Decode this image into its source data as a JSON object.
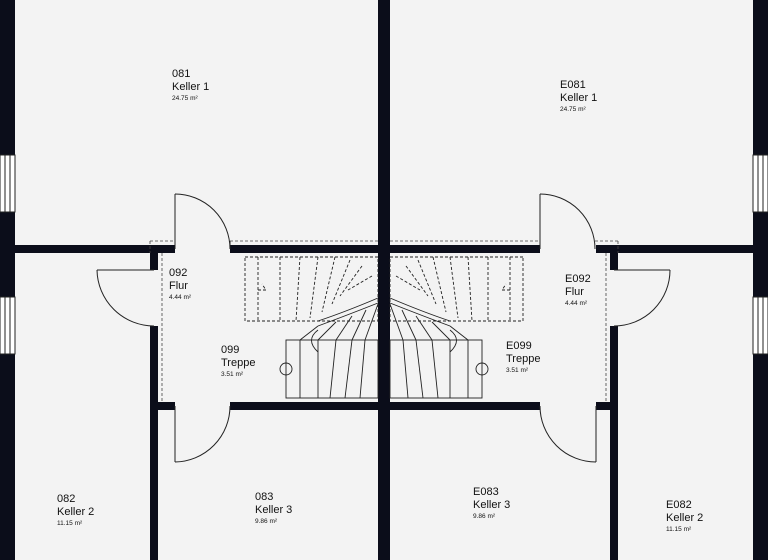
{
  "colors": {
    "wall": "#0b0d1a",
    "floor": "#f3f3f3",
    "line": "#222222"
  },
  "rooms": {
    "r081": {
      "number": "081",
      "name": "Keller 1",
      "area": "24.75 m²"
    },
    "e081": {
      "number": "E081",
      "name": "Keller 1",
      "area": "24.75 m²"
    },
    "r092": {
      "number": "092",
      "name": "Flur",
      "area": "4.44 m²"
    },
    "e092": {
      "number": "E092",
      "name": "Flur",
      "area": "4.44 m²"
    },
    "r099": {
      "number": "099",
      "name": "Treppe",
      "area": "3.51 m²"
    },
    "e099": {
      "number": "E099",
      "name": "Treppe",
      "area": "3.51 m²"
    },
    "r082": {
      "number": "082",
      "name": "Keller 2",
      "area": "11.15 m²"
    },
    "e082": {
      "number": "E082",
      "name": "Keller 2",
      "area": "11.15 m²"
    },
    "r083": {
      "number": "083",
      "name": "Keller 3",
      "area": "9.86 m²"
    },
    "e083": {
      "number": "E083",
      "name": "Keller 3",
      "area": "9.86 m²"
    }
  }
}
